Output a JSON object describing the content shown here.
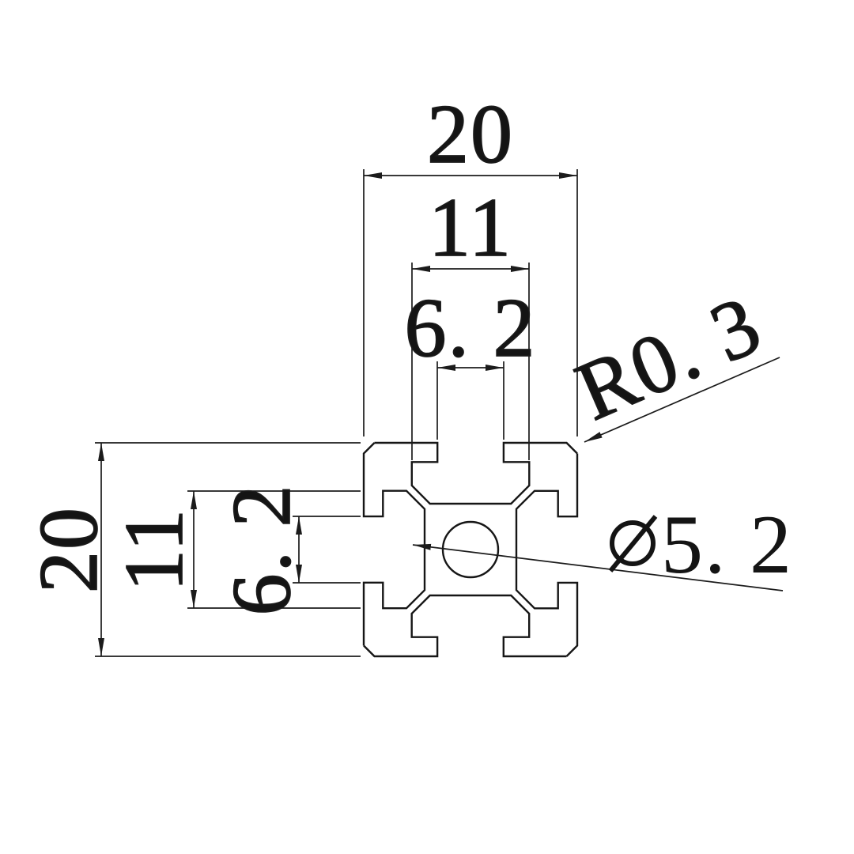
{
  "colors": {
    "background": "#ffffff",
    "line": "#161616",
    "text": "#141414"
  },
  "dims": {
    "top": {
      "overall_width": "20",
      "slot_width": "11",
      "slot_opening": "6. 2"
    },
    "left": {
      "overall_height": "20",
      "slot_width": "11",
      "slot_opening": "6. 2"
    },
    "callouts": {
      "corner_radius": "R0. 3",
      "bore_diameter": "5. 2"
    }
  },
  "symbols": {
    "diameter": "∅"
  }
}
